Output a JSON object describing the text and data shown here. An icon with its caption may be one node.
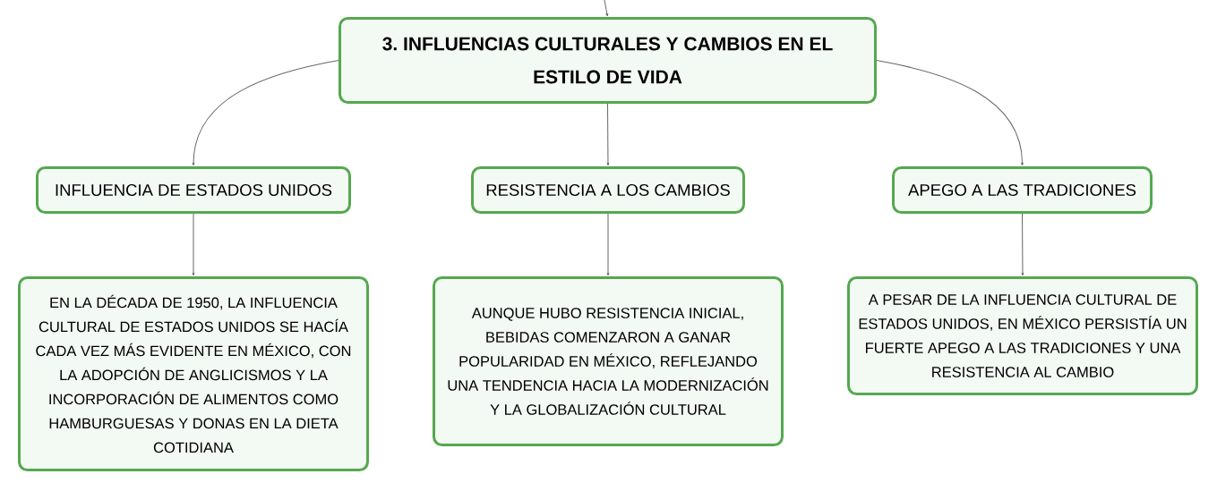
{
  "diagram": {
    "nodes": [
      {
        "text": [
          "3. INFLUENCIAS CULTURALES Y CAMBIOS EN EL ESTILO DE VIDA"
        ]
      },
      {
        "text": [
          "INFLUENCIA DE ESTADOS UNIDOS"
        ]
      },
      {
        "text": [
          "RESISTENCIA A LOS CAMBIOS"
        ]
      },
      {
        "text": [
          "APEGO A LAS TRADICIONES"
        ]
      },
      {
        "text": [
          "EN LA DÉCADA DE 1950, LA INFLUENCIA CULTURAL DE ESTADOS UNIDOS SE HACÍA CADA VEZ MÁS EVIDENTE EN MÉXICO, CON LA ADOPCIÓN DE ANGLICISMOS Y LA INCORPORACIÓN DE ALIMENTOS COMO HAMBURGUESAS Y DONAS EN LA DIETA COTIDIANA"
        ]
      },
      {
        "text": [
          "AUNQUE HUBO RESISTENCIA INICIAL, BEBIDAS COMENZARON A GANAR POPULARIDAD EN MÉXICO, REFLEJANDO UNA TENDENCIA HACIA LA MODERNIZACIÓN Y LA GLOBALIZACIÓN CULTURAL"
        ]
      },
      {
        "text": [
          "A PESAR DE LA INFLUENCIA CULTURAL DE ESTADOS UNIDOS, EN MÉXICO PERSISTÍA UN FUERTE APEGO A LAS TRADICIONES Y UNA RESISTENCIA AL CAMBIO"
        ]
      }
    ],
    "edges": [
      {
        "from": null,
        "to": 0,
        "arrow": "to"
      },
      {
        "from": 0,
        "to": 1,
        "arrow": "to"
      },
      {
        "from": 0,
        "to": 2,
        "arrow": "to"
      },
      {
        "from": 0,
        "to": 3,
        "arrow": "to"
      },
      {
        "from": 1,
        "to": 4,
        "arrow": "to"
      },
      {
        "from": 2,
        "to": 5,
        "arrow": "to"
      },
      {
        "from": 3,
        "to": 6,
        "arrow": "to"
      }
    ]
  }
}
